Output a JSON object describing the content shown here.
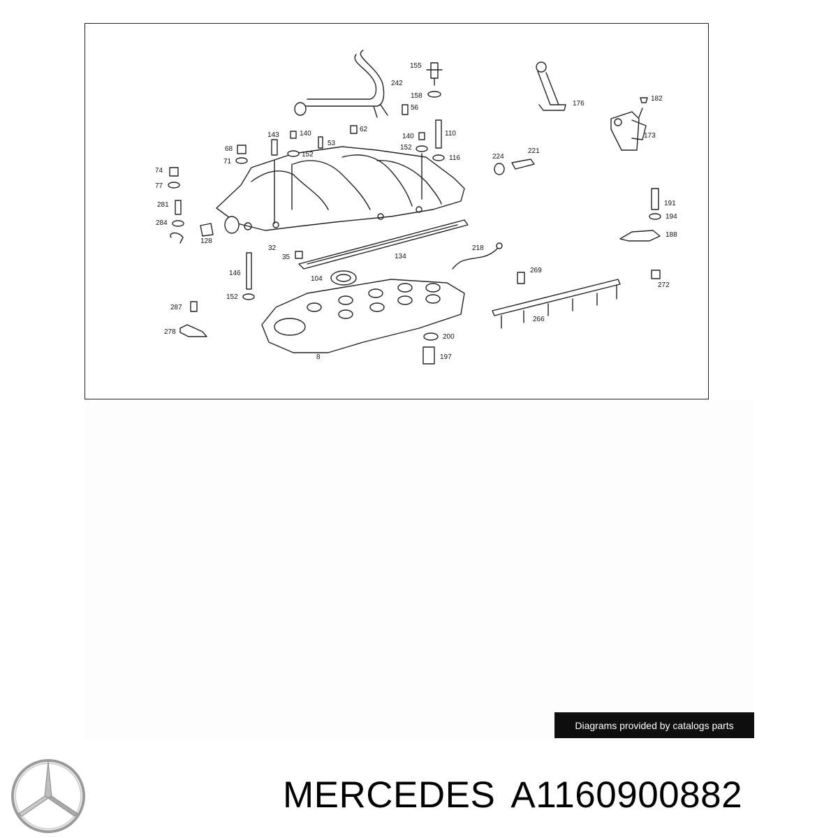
{
  "diagram": {
    "labels": [
      {
        "id": "l155",
        "text": "155"
      },
      {
        "id": "l242",
        "text": "242"
      },
      {
        "id": "l158",
        "text": "158"
      },
      {
        "id": "l56",
        "text": "56"
      },
      {
        "id": "l176",
        "text": "176"
      },
      {
        "id": "l182",
        "text": "182"
      },
      {
        "id": "l173",
        "text": "173"
      },
      {
        "id": "l143",
        "text": "143"
      },
      {
        "id": "l140a",
        "text": "140"
      },
      {
        "id": "l53",
        "text": "53"
      },
      {
        "id": "l62",
        "text": "62"
      },
      {
        "id": "l140b",
        "text": "140"
      },
      {
        "id": "l110",
        "text": "110"
      },
      {
        "id": "l68",
        "text": "68"
      },
      {
        "id": "l152a",
        "text": "152"
      },
      {
        "id": "l152b",
        "text": "152"
      },
      {
        "id": "l116",
        "text": "116"
      },
      {
        "id": "l71",
        "text": "71"
      },
      {
        "id": "l224",
        "text": "224"
      },
      {
        "id": "l221",
        "text": "221"
      },
      {
        "id": "l74",
        "text": "74"
      },
      {
        "id": "l77",
        "text": "77"
      },
      {
        "id": "l281",
        "text": "281"
      },
      {
        "id": "l284",
        "text": "284"
      },
      {
        "id": "l128",
        "text": "128"
      },
      {
        "id": "l191",
        "text": "191"
      },
      {
        "id": "l194",
        "text": "194"
      },
      {
        "id": "l188",
        "text": "188"
      },
      {
        "id": "l32",
        "text": "32"
      },
      {
        "id": "l218",
        "text": "218"
      },
      {
        "id": "l35",
        "text": "35"
      },
      {
        "id": "l134",
        "text": "134"
      },
      {
        "id": "l146",
        "text": "146"
      },
      {
        "id": "l269",
        "text": "269"
      },
      {
        "id": "l104",
        "text": "104"
      },
      {
        "id": "l272",
        "text": "272"
      },
      {
        "id": "l152c",
        "text": "152"
      },
      {
        "id": "l287",
        "text": "287"
      },
      {
        "id": "l266",
        "text": "266"
      },
      {
        "id": "l278",
        "text": "278"
      },
      {
        "id": "l200",
        "text": "200"
      },
      {
        "id": "l197",
        "text": "197"
      },
      {
        "id": "l8",
        "text": "8"
      }
    ]
  },
  "credit": "Diagrams provided by catalogs parts",
  "brand": "MERCEDES",
  "part_number": "A1160900882"
}
